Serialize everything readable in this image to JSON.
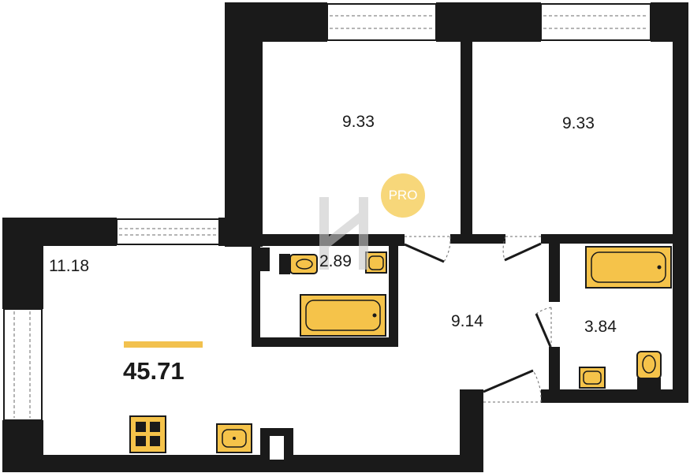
{
  "rooms": [
    {
      "id": "bedroom-1",
      "area": "9.33"
    },
    {
      "id": "bedroom-2",
      "area": "9.33"
    },
    {
      "id": "kitchen-living",
      "area": "11.18"
    },
    {
      "id": "bathroom-small",
      "area": "2.89"
    },
    {
      "id": "hallway",
      "area": "9.14"
    },
    {
      "id": "bathroom-large",
      "area": "3.84"
    }
  ],
  "total_area": "45.71",
  "badge": {
    "text": "PRO"
  },
  "colors": {
    "wall": "#1a1a1a",
    "fixture_fill": "#f5c34a",
    "accent_bar": "#f2c14e",
    "badge_bg": "#f7d77a",
    "watermark": "#c9c9c9"
  }
}
